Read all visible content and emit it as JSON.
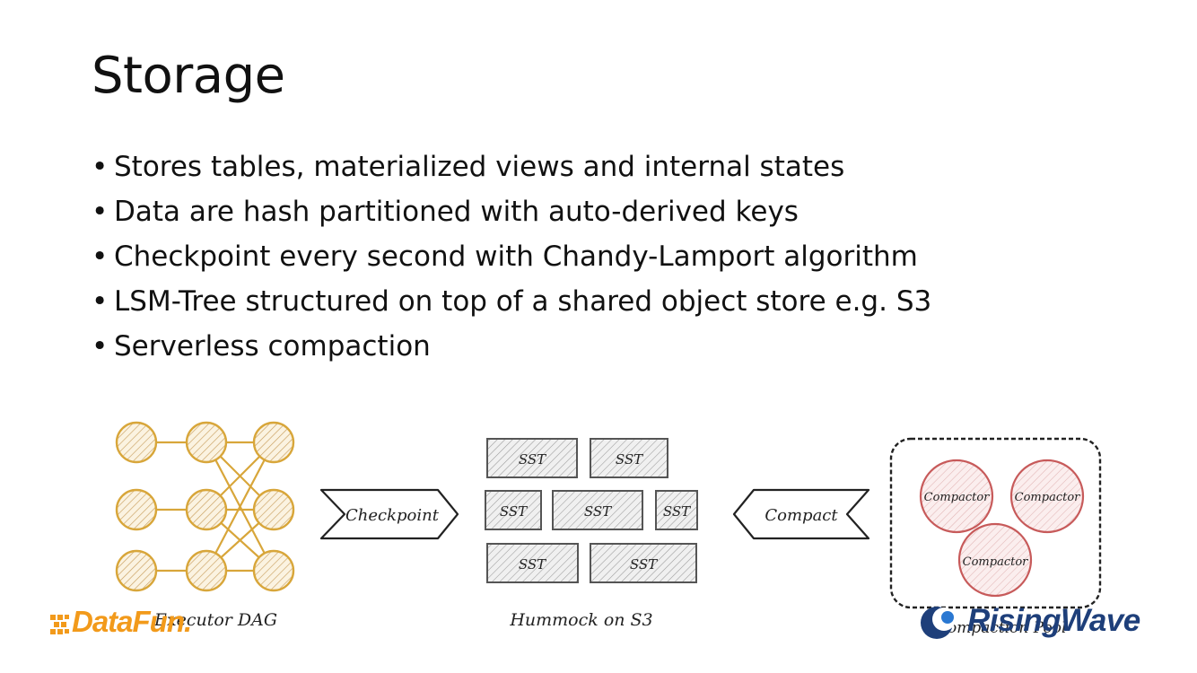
{
  "title": "Storage",
  "bullets": [
    "Stores tables, materialized views and internal states",
    "Data are hash partitioned with auto-derived keys",
    "Checkpoint every second with Chandy-Lamport algorithm",
    "LSM-Tree structured on top of a shared object store e.g. S3",
    "Serverless compaction"
  ],
  "diagram": {
    "executor_label": "Executor DAG",
    "checkpoint_label": "Checkpoint",
    "sst_label": "SST",
    "hummock_label": "Hummock on S3",
    "compact_label": "Compact",
    "compactor_label": "Compactor",
    "compaction_pool_label": "Compaction Pool"
  },
  "logos": {
    "datafun": "DataFun.",
    "risingwave": "RisingWave"
  },
  "colors": {
    "node": "#d8a63a",
    "compactor": "#c75a5a",
    "sst": "#555555",
    "datafun": "#f29a1b",
    "risingwave": "#1e3f7a"
  }
}
